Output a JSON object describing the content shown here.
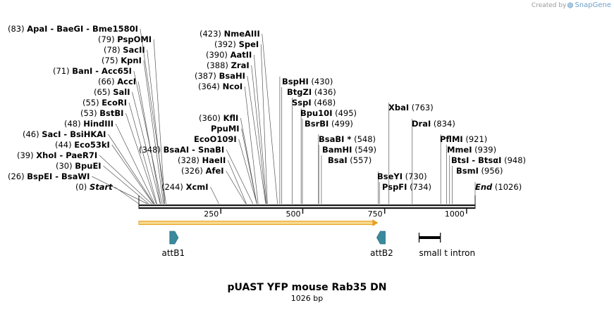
{
  "title": "pUAST YFP mouse Rab35 DN",
  "length_label": "1026 bp",
  "watermark": {
    "prefix": "Created by",
    "brand": "SnapGene"
  },
  "sequence_length": 1026,
  "ticks": [
    250,
    500,
    750,
    1000
  ],
  "sites": [
    {
      "pos": 0,
      "pos_label": "(0)",
      "names": [
        "Start"
      ],
      "italic": true
    },
    {
      "pos": 26,
      "pos_label": "(26)",
      "names": [
        "BspEI",
        "BsaWI"
      ]
    },
    {
      "pos": 30,
      "pos_label": "(30)",
      "names": [
        "BpuEI"
      ]
    },
    {
      "pos": 39,
      "pos_label": "(39)",
      "names": [
        "XhoI",
        "PaeR7I"
      ]
    },
    {
      "pos": 44,
      "pos_label": "(44)",
      "names": [
        "Eco53kI"
      ]
    },
    {
      "pos": 46,
      "pos_label": "(46)",
      "names": [
        "SacI",
        "BsiHKAI"
      ]
    },
    {
      "pos": 48,
      "pos_label": "(48)",
      "names": [
        "HindIII"
      ]
    },
    {
      "pos": 53,
      "pos_label": "(53)",
      "names": [
        "BstBI"
      ]
    },
    {
      "pos": 55,
      "pos_label": "(55)",
      "names": [
        "EcoRI"
      ]
    },
    {
      "pos": 65,
      "pos_label": "(65)",
      "names": [
        "SalI"
      ]
    },
    {
      "pos": 66,
      "pos_label": "(66)",
      "names": [
        "AccI"
      ]
    },
    {
      "pos": 71,
      "pos_label": "(71)",
      "names": [
        "BanI",
        "Acc65I"
      ]
    },
    {
      "pos": 75,
      "pos_label": "(75)",
      "names": [
        "KpnI"
      ]
    },
    {
      "pos": 78,
      "pos_label": "(78)",
      "names": [
        "SacII"
      ]
    },
    {
      "pos": 79,
      "pos_label": "(79)",
      "names": [
        "PspOMI"
      ]
    },
    {
      "pos": 83,
      "pos_label": "(83)",
      "names": [
        "ApaI",
        "BaeGI",
        "Bme1580I"
      ]
    },
    {
      "pos": 244,
      "pos_label": "(244)",
      "names": [
        "XcmI"
      ]
    },
    {
      "pos": 326,
      "pos_label": "(326)",
      "names": [
        "AfeI"
      ]
    },
    {
      "pos": 328,
      "pos_label": "(328)",
      "names": [
        "HaeII"
      ]
    },
    {
      "pos": 348,
      "pos_label": "(348)",
      "names": [
        "BsaAI",
        "SnaBI"
      ]
    },
    {
      "pos": 360,
      "pos_label": "",
      "names": [
        "EcoO109I"
      ]
    },
    {
      "pos": 360,
      "pos_label": "",
      "names": [
        "PpuMI"
      ]
    },
    {
      "pos": 360,
      "pos_label": "(360)",
      "names": [
        "KflI"
      ]
    },
    {
      "pos": 364,
      "pos_label": "(364)",
      "names": [
        "NcoI"
      ]
    },
    {
      "pos": 387,
      "pos_label": "(387)",
      "names": [
        "BsaHI"
      ]
    },
    {
      "pos": 388,
      "pos_label": "(388)",
      "names": [
        "ZraI"
      ]
    },
    {
      "pos": 390,
      "pos_label": "(390)",
      "names": [
        "AatII"
      ]
    },
    {
      "pos": 392,
      "pos_label": "(392)",
      "names": [
        "SpeI"
      ]
    },
    {
      "pos": 423,
      "pos_label": "(423)",
      "names": [
        "NmeAIII"
      ]
    },
    {
      "pos": 430,
      "pos_label": "(430)",
      "names": [
        "BspHI"
      ]
    },
    {
      "pos": 436,
      "pos_label": "(436)",
      "names": [
        "BtgZI"
      ]
    },
    {
      "pos": 468,
      "pos_label": "(468)",
      "names": [
        "SspI"
      ]
    },
    {
      "pos": 495,
      "pos_label": "(495)",
      "names": [
        "Bpu10I"
      ]
    },
    {
      "pos": 499,
      "pos_label": "(499)",
      "names": [
        "BsrBI"
      ]
    },
    {
      "pos": 548,
      "pos_label": "(548)",
      "names": [
        "BsaBI *"
      ]
    },
    {
      "pos": 549,
      "pos_label": "(549)",
      "names": [
        "BamHI"
      ]
    },
    {
      "pos": 557,
      "pos_label": "(557)",
      "names": [
        "BsaI"
      ]
    },
    {
      "pos": 730,
      "pos_label": "(730)",
      "names": [
        "BseYI"
      ]
    },
    {
      "pos": 734,
      "pos_label": "(734)",
      "names": [
        "PspFI"
      ]
    },
    {
      "pos": 763,
      "pos_label": "(763)",
      "names": [
        "XbaI"
      ]
    },
    {
      "pos": 834,
      "pos_label": "(834)",
      "names": [
        "DraI"
      ]
    },
    {
      "pos": 921,
      "pos_label": "(921)",
      "names": [
        "PflMI"
      ]
    },
    {
      "pos": 939,
      "pos_label": "(939)",
      "names": [
        "MmeI"
      ]
    },
    {
      "pos": 948,
      "pos_label": "(948)",
      "names": [
        "BtsI",
        "BtsαI"
      ]
    },
    {
      "pos": 956,
      "pos_label": "(956)",
      "names": [
        "BsmI"
      ]
    },
    {
      "pos": 1026,
      "pos_label": "(1026)",
      "names": [
        "End"
      ],
      "italic": true
    }
  ],
  "features": [
    {
      "name": "attB1",
      "type": "attB",
      "direction": "forward",
      "start": 95,
      "end": 115
    },
    {
      "name": "attB2",
      "type": "attB",
      "direction": "reverse",
      "start": 730,
      "end": 752
    },
    {
      "name": "small t intron",
      "type": "intron",
      "direction": "none",
      "start": 855,
      "end": 920
    },
    {
      "name": "",
      "type": "orf",
      "direction": "forward",
      "start": 0,
      "end": 730
    }
  ],
  "colors": {
    "backbone": "#1a1a1a",
    "attB": "#3a8a9e",
    "orf_stroke": "#e8a020",
    "orf_fill": "#f6d78a",
    "leader": "#555555"
  }
}
